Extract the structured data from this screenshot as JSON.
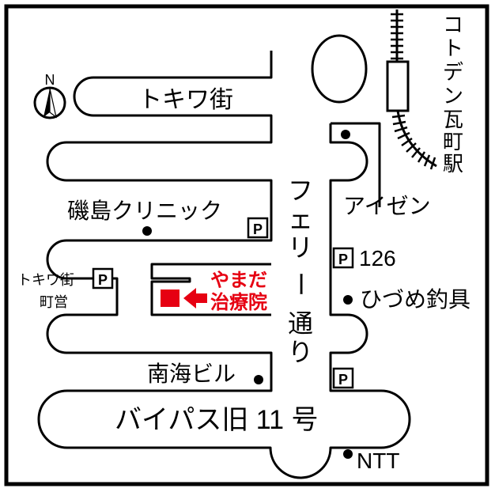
{
  "map": {
    "compass": {
      "letter": "N"
    },
    "streets": {
      "tokiwa_gai": "トキワ街",
      "ferry_dori": [
        "フ",
        "ェ",
        "リ",
        "ー",
        "通",
        "り"
      ],
      "bypass": "バイパス旧 11 号"
    },
    "places": {
      "isojima_clinic": "磯島クリニック",
      "tokiwa_eigyo": [
        "トキワ街",
        "町営"
      ],
      "yamada": [
        "やまだ",
        "治療院"
      ],
      "nankai_building": "南海ビル",
      "aizen": "アイゼン",
      "route_126": "126",
      "hizume_tsurigu": "ひづめ釣具",
      "ntt": "NTT",
      "station": [
        "コ",
        "ト",
        "デ",
        "ン",
        "瓦",
        "町",
        "駅"
      ]
    },
    "parking_symbol": "P",
    "colors": {
      "line": "#000000",
      "background": "#ffffff",
      "destination": "#e60012"
    }
  }
}
